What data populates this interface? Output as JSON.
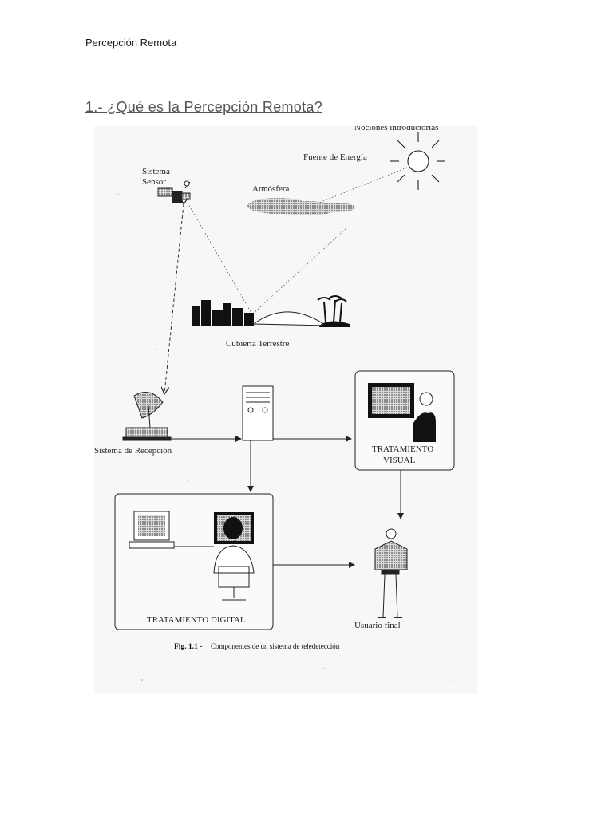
{
  "page": {
    "running_header": "Percepción Remota",
    "heading": "1.- ¿Qué es la Percepción Remota?"
  },
  "figure": {
    "cropped_header": "Nociones introductorias",
    "labels": {
      "energy_source": "Fuente de Energía",
      "sensor_line1": "Sistema",
      "sensor_line2": "Sensor",
      "atmosphere": "Atmósfera",
      "land_cover": "Cubierta Terrestre",
      "reception": "Sistema de Recepción",
      "visual_line1": "TRATAMIENTO",
      "visual_line2": "VISUAL",
      "digital": "TRATAMIENTO DIGITAL",
      "end_user": "Usuario final"
    },
    "caption_number": "Fig. 1.1 -",
    "caption_text": "Componentes de un sistema de teledetección"
  }
}
